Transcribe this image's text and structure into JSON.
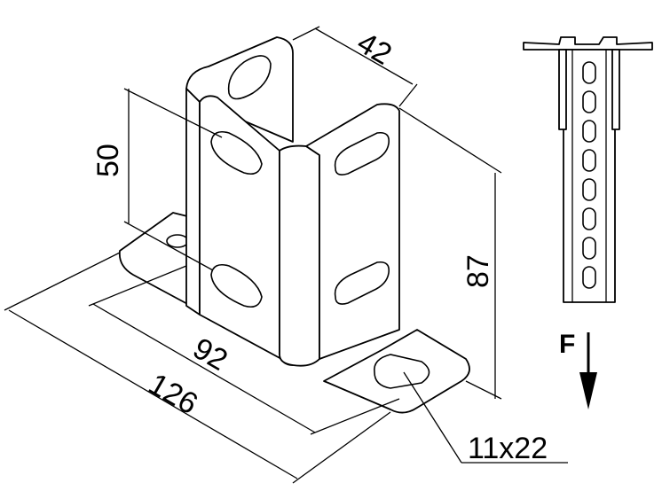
{
  "dimensions": {
    "width_top": "42",
    "slot_spacing": "50",
    "height": "87",
    "inner_length": "92",
    "overall_length": "126",
    "slot_size": "11x22"
  },
  "force_label": "F"
}
